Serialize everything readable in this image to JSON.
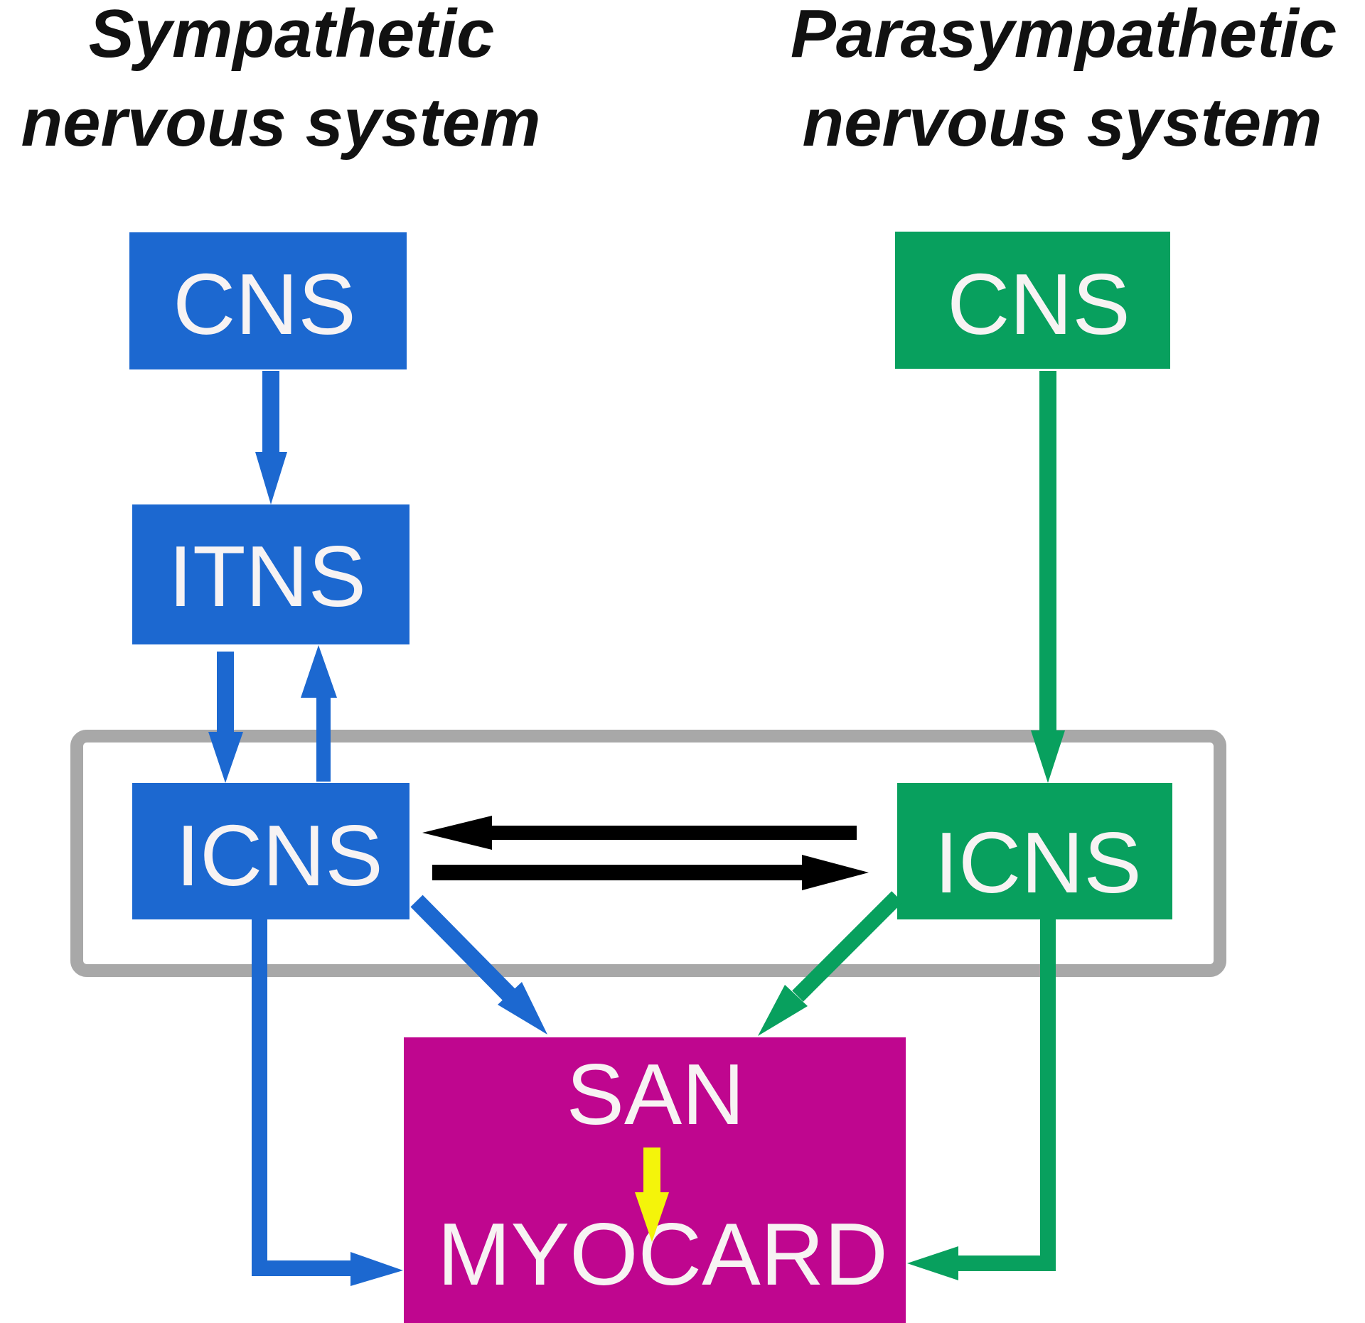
{
  "headings": {
    "sympathetic_line1": "Sympathetic",
    "sympathetic_line2": "nervous system",
    "parasympathetic_line1": "Parasympathetic",
    "parasympathetic_line2": "nervous system"
  },
  "nodes": {
    "sym_cns": "CNS",
    "sym_itns": "ITNS",
    "sym_icns": "ICNS",
    "para_cns": "CNS",
    "para_icns": "ICNS",
    "san": "SAN",
    "myocard": "MYOCARD"
  },
  "colors": {
    "sympathetic": "#1c68d0",
    "parasympathetic": "#08a05e",
    "heart": "#bf068f",
    "intracardiac_frame": "#a8a8a8",
    "crosstalk_arrows": "#000000",
    "san_to_myocard_arrow": "#f4f40a",
    "heading_text": "#111111",
    "node_text": "#f7f3f3"
  }
}
